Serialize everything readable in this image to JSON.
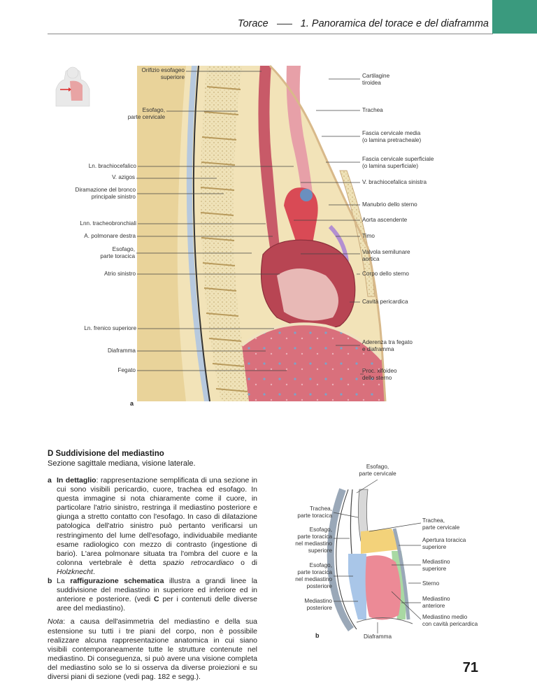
{
  "header": {
    "section": "Torace",
    "chapter": "1. Panoramica del torace e del diaframma"
  },
  "figure_a": {
    "letter": "a",
    "labels_left": [
      "Orifizio esofageo\nsuperiore",
      "Esofago,\nparte cervicale",
      "Ln. brachiocefalico",
      "V. azigos",
      "Diramazione del bronco\nprincipale sinistro",
      "Lnn. tracheobronchiali",
      "A. polmonare destra",
      "Esofago,\nparte toracica",
      "Atrio sinistro",
      "Ln. frenico superiore",
      "Diaframma",
      "Fegato"
    ],
    "labels_right": [
      "Cartilagine\ntiroidea",
      "Trachea",
      "Fascia cervicale media\n(o lamina pretracheale)",
      "Fascia cervicale superficiale\n(o lamina superficiale)",
      "V. brachiocefalica sinistra",
      "Manubrio dello sterno",
      "Aorta ascendente",
      "Timo",
      "Valvola semilunare\naortica",
      "Corpo dello sterno",
      "Cavità pericardica",
      "Aderenza tra fegato\ne diaframma",
      "Proc. xifoideo\ndello sterno"
    ]
  },
  "section_d": {
    "title": "D  Suddivisione del mediastino",
    "subtitle": "Sezione sagittale mediana, visione laterale.",
    "item_a_letter": "a",
    "item_a_lead": "In dettaglio",
    "item_a_text": ": rappresentazione semplificata di una sezione in cui sono visibili pericardio, cuore, trachea ed esofago. In questa immagine si nota chiaramente come il cuore, in particolare l'atrio sinistro, restringa il mediastino posteriore e giunga a stretto contatto con l'esofago. In caso di dilatazione patologica dell'atrio sinistro può pertanto verificarsi un restringimento del lume dell'esofago, individuabile mediante esame radiologico con mezzo di contrasto (ingestione di bario). L'area polmonare situata tra l'ombra del cuore e la colonna vertebrale è detta ",
    "item_a_em1": "spazio retrocardiaco",
    "item_a_mid": " o di ",
    "item_a_em2": "Holzknecht",
    "item_a_end": ".",
    "item_b_letter": "b",
    "item_b_pre": "La ",
    "item_b_lead": "raffigurazione schematica",
    "item_b_text": " illustra a grandi linee la suddivisione del mediastino in superiore ed inferiore ed in anteriore e posteriore. (vedi ",
    "item_b_bold_c": "C",
    "item_b_end": " per i contenuti delle diverse aree del mediastino).",
    "nota_label": "Nota",
    "nota_text": ": a causa dell'asimmetria del mediastino e della sua estensione su tutti i tre piani del corpo, non è possibile realizzare alcuna rappresentazione anatomica in cui siano visibili contemporaneamente tutte le strutture contenute nel mediastino. Di conseguenza, si può avere una visione completa del mediastino solo se lo si osserva da diverse proiezioni e su diversi piani di sezione (vedi pag. 182 e segg.)."
  },
  "figure_b": {
    "letter": "b",
    "label_top": "Esofago,\nparte cervicale",
    "labels_left": [
      "Trachea,\nparte toracica",
      "Esofago,\nparte toracica\nnel mediastino\nsuperiore",
      "Esofago,\nparte toracica\nnel mediastino\nposteriore",
      "Mediastino\nposteriore"
    ],
    "labels_right": [
      "Trachea,\nparte cervicale",
      "Apertura toracica\nsuperiore",
      "Mediastino\nsuperiore",
      "Sterno",
      "Mediastino\nanteriore",
      "Mediastino medio\ncon cavità pericardica"
    ],
    "label_bottom": "Diaframma"
  },
  "page_number": "71",
  "colors": {
    "tab_green": "#3a9a7e",
    "superior_mediastinum": "#f3d27a",
    "anterior_mediastinum": "#a9d9a3",
    "posterior_mediastinum": "#a9c6e8",
    "pericardial_cavity": "#ec8a96"
  }
}
